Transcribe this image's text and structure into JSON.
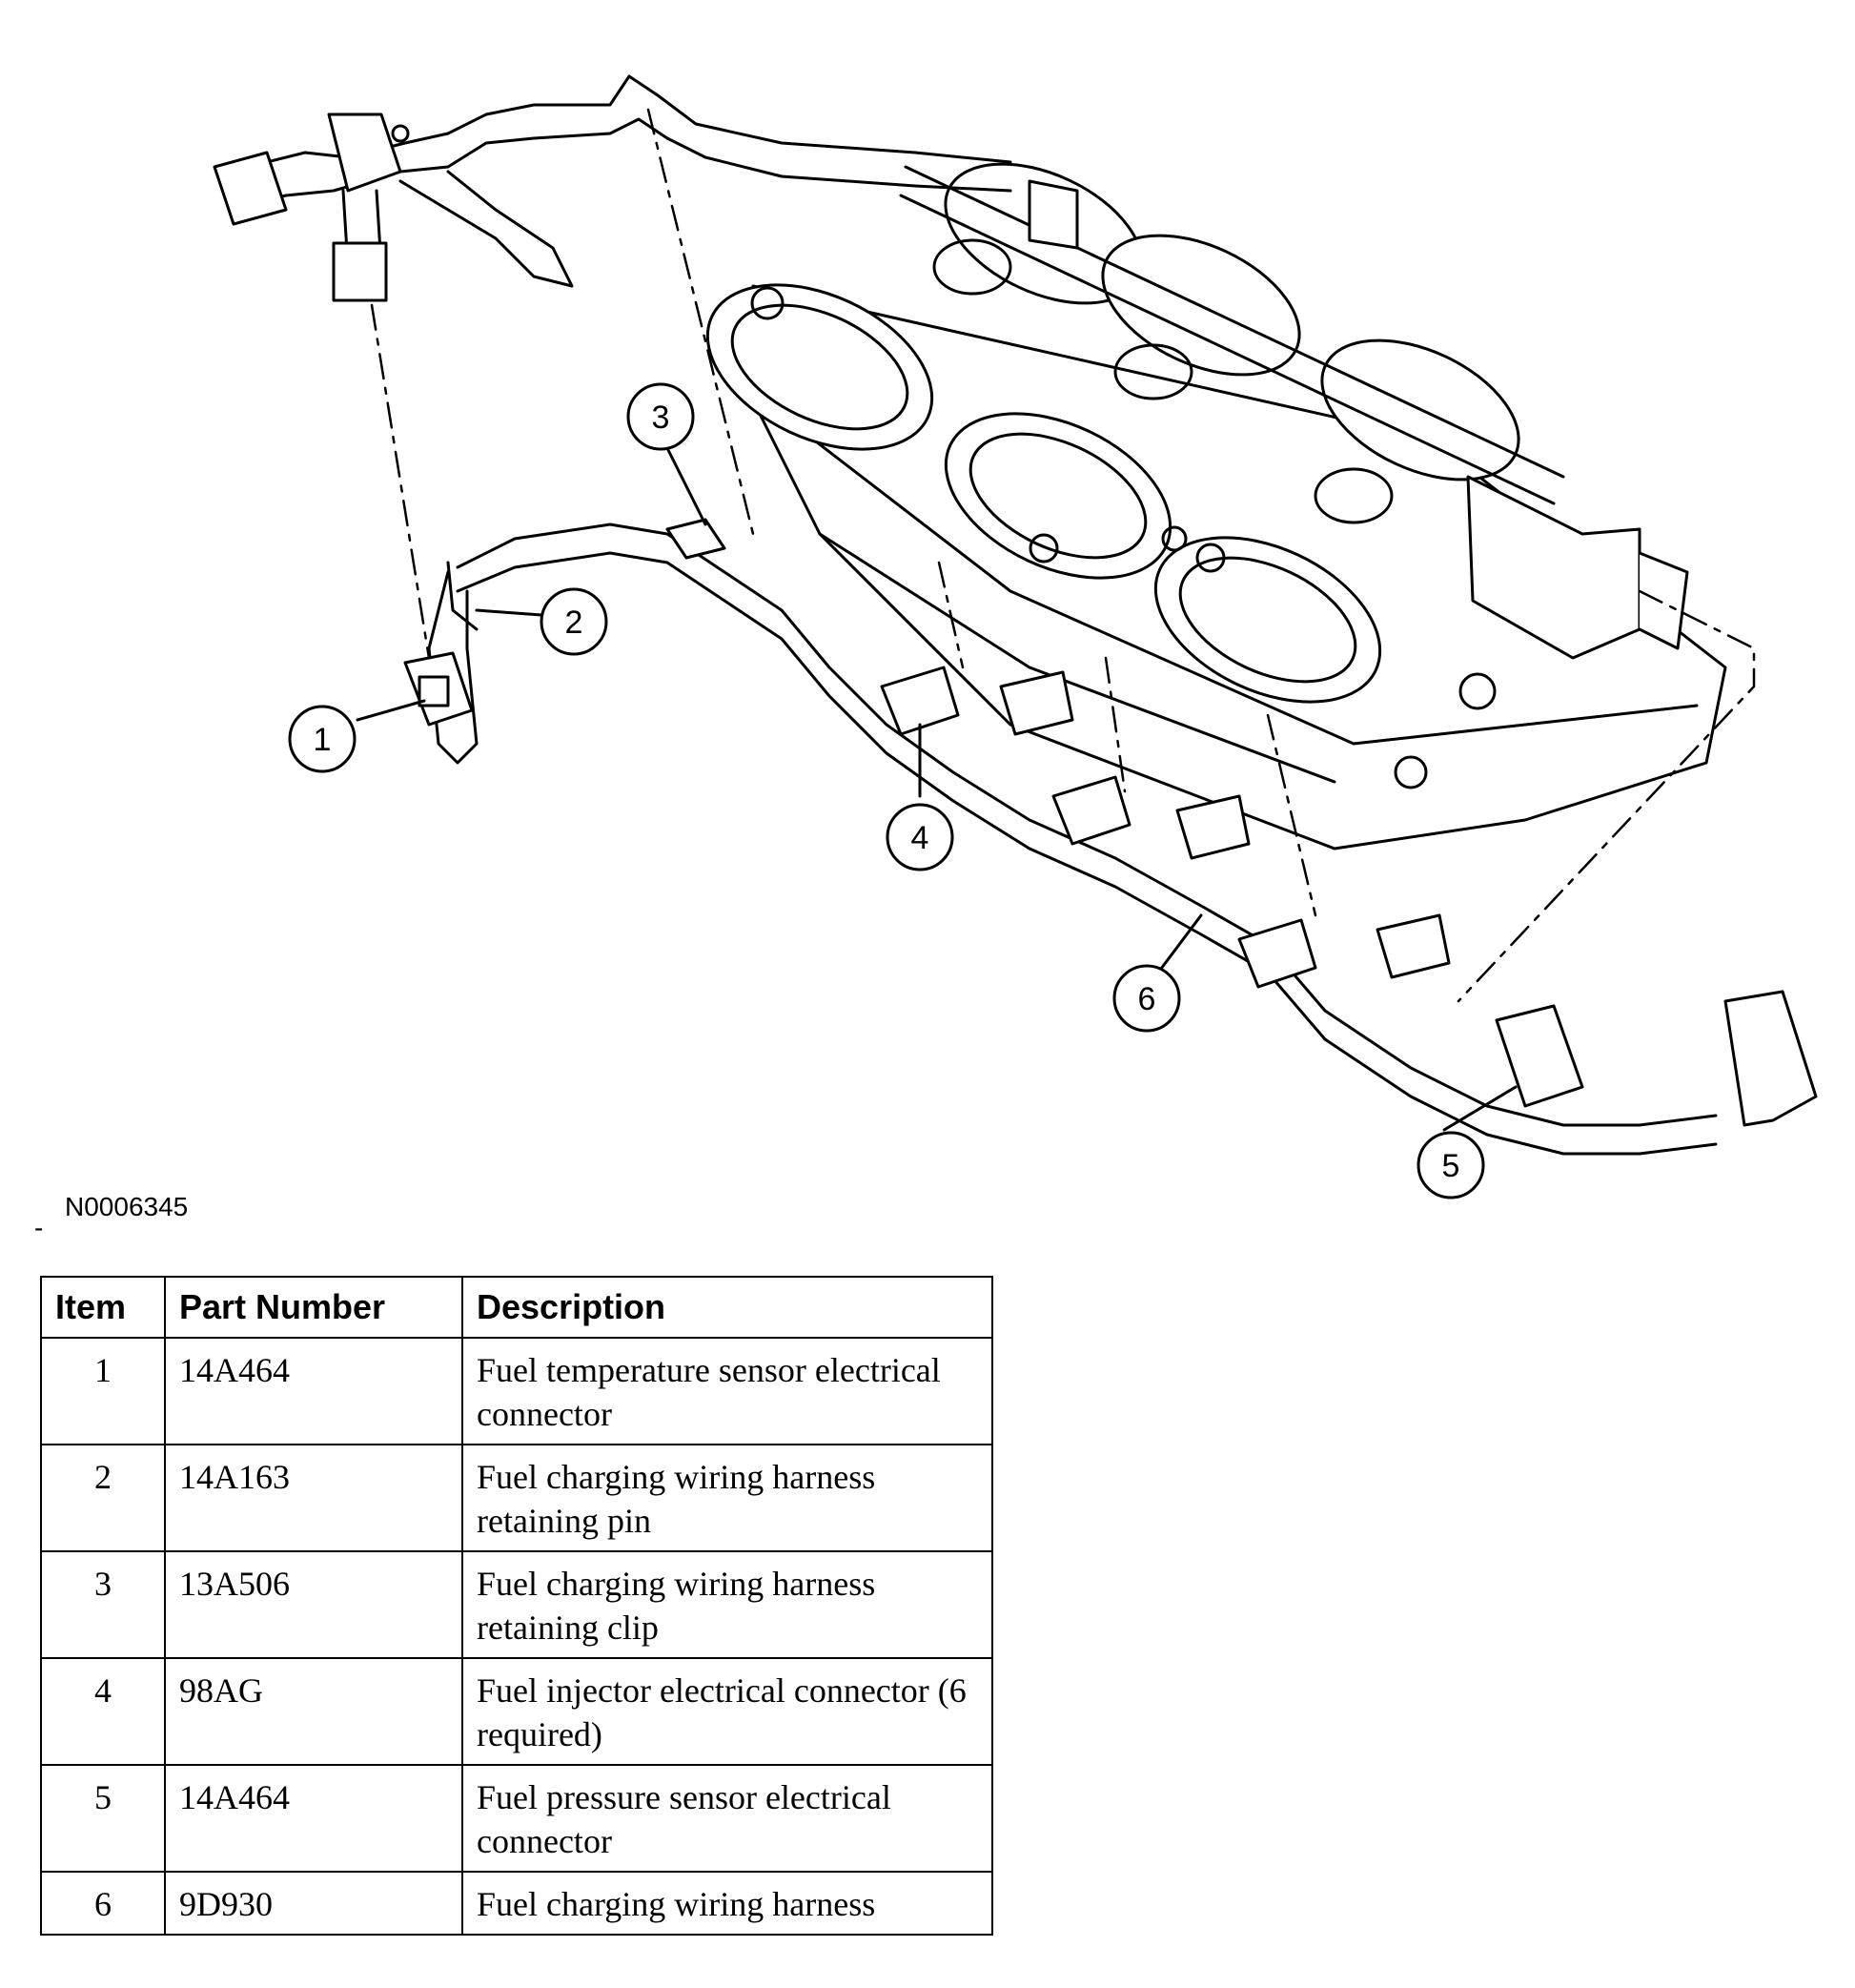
{
  "figure": {
    "id": "N0006345",
    "dash": "-",
    "callouts": [
      "1",
      "2",
      "3",
      "4",
      "5",
      "6"
    ]
  },
  "table": {
    "headers": {
      "item": "Item",
      "part_number": "Part Number",
      "description": "Description"
    },
    "rows": [
      {
        "item": "1",
        "part_number": "14A464",
        "description": "Fuel temperature sensor electrical connector"
      },
      {
        "item": "2",
        "part_number": "14A163",
        "description": "Fuel charging wiring harness retaining pin"
      },
      {
        "item": "3",
        "part_number": "13A506",
        "description": "Fuel charging wiring harness retaining clip"
      },
      {
        "item": "4",
        "part_number": "98AG",
        "description": "Fuel injector electrical connector (6 required)"
      },
      {
        "item": "5",
        "part_number": "14A464",
        "description": "Fuel pressure sensor electrical connector"
      },
      {
        "item": "6",
        "part_number": "9D930",
        "description": "Fuel charging wiring harness"
      }
    ]
  }
}
